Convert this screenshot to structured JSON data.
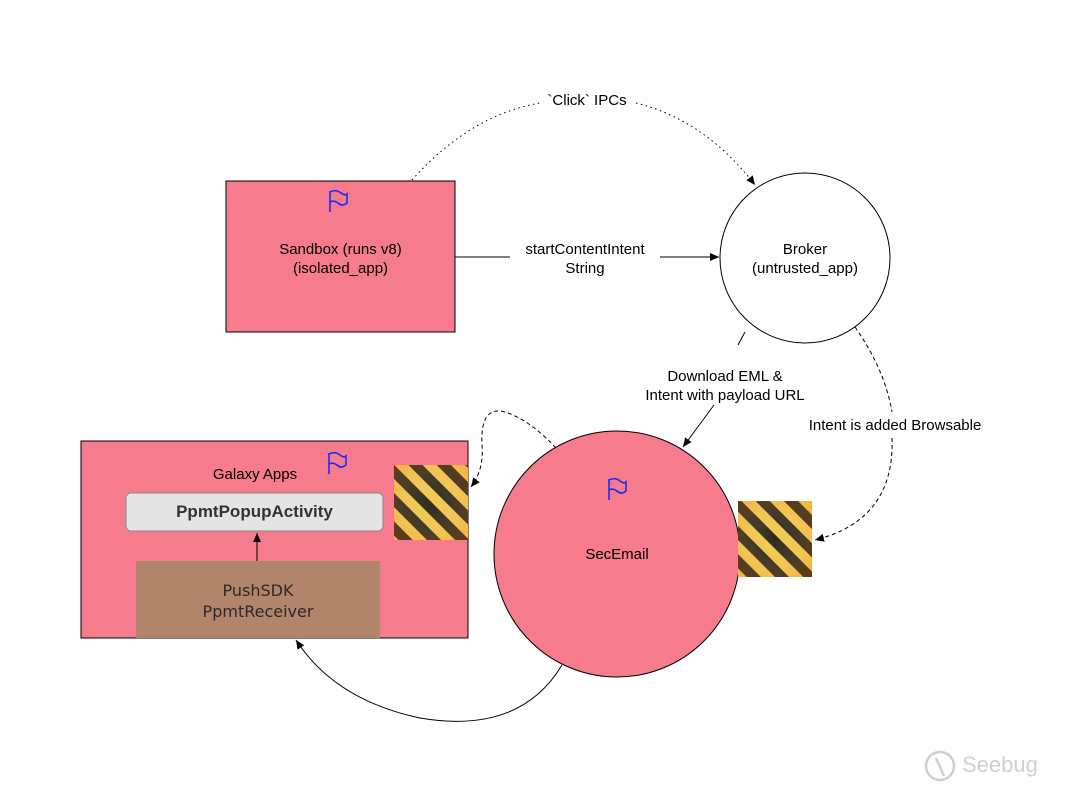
{
  "nodes": {
    "sandbox": {
      "line1": "Sandbox (runs v8)",
      "line2": "(isolated_app)"
    },
    "broker": {
      "line1": "Broker",
      "line2": "(untrusted_app)"
    },
    "secemail": {
      "label": "SecEmail"
    },
    "galaxy_apps": {
      "title": "Galaxy Apps"
    },
    "popup_activity": {
      "label": "PpmtPopupActivity"
    },
    "push_sdk": {
      "line1": "PushSDK",
      "line2": "PpmtReceiver"
    }
  },
  "edges": {
    "click_ipcs": "`Click` IPCs",
    "start_content_intent": {
      "line1": "startContentIntent",
      "line2": "String"
    },
    "download_eml": {
      "line1": "Download EML &",
      "line2": "Intent with payload URL"
    },
    "intent_browsable": "Intent is added Browsable"
  },
  "watermark": {
    "text": "Seebug"
  },
  "colors": {
    "node_fill": "#f67b8c",
    "flag": "#1c2cf0",
    "push_sdk_fill": "#b0856a",
    "button_fill": "#e4e4e4",
    "hazard_dark": "#2d2a1a",
    "hazard_light": "#f0c850"
  },
  "icons": {
    "flag": "flag-icon",
    "hazard": "hazard-stripes-icon",
    "watermark": "seebug-logo-icon"
  }
}
